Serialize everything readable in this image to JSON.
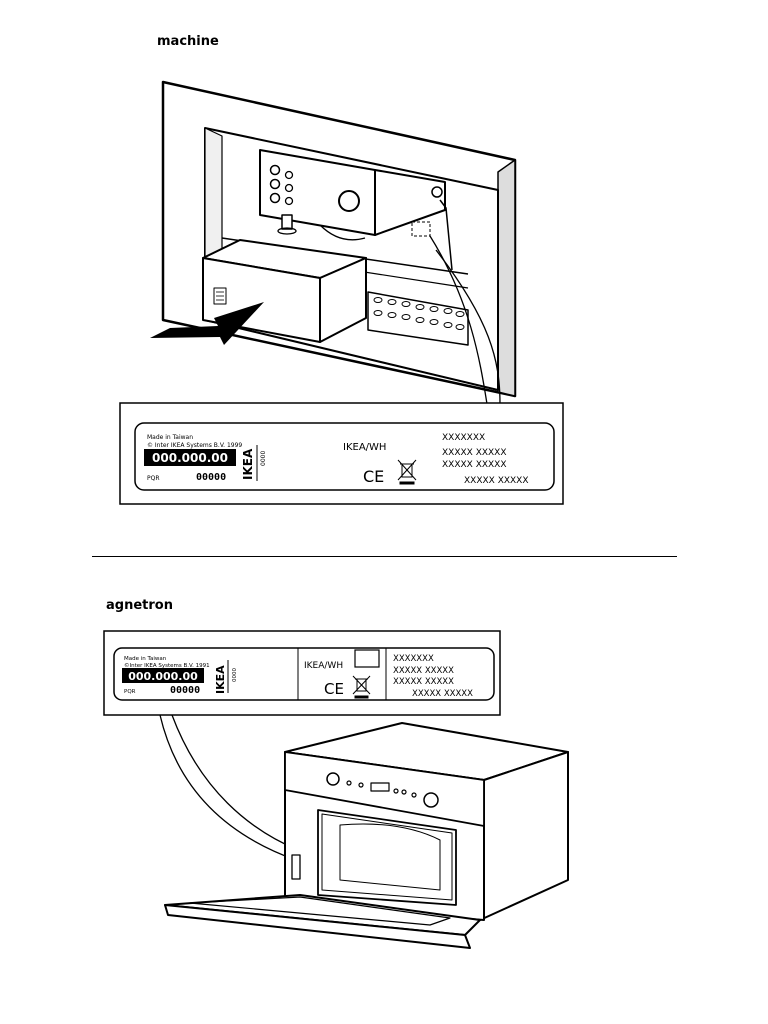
{
  "section1": {
    "title": "machine",
    "label": {
      "made_in": "Made in Taiwan",
      "copyright": "© Inter IKEA Systems B.V. 1999",
      "article_number": "000.000.00",
      "pqr_label": "PQR",
      "pqr_value": "00000",
      "brand": "IKEA",
      "small_code": "0000",
      "model": "IKEA/WH",
      "spec_lines": [
        "XXXXXXX",
        "XXXXX XXXXX",
        "XXXXX XXXXX",
        "XXXXX XXXXX"
      ],
      "ce_mark": "CE"
    }
  },
  "section2": {
    "title": "agnetron",
    "label": {
      "made_in": "Made in Taiwan",
      "copyright": "©Inter IKEA Systems B.V. 1991",
      "article_number": "000.000.00",
      "pqr_label": "PQR",
      "pqr_value": "00000",
      "brand": "IKEA",
      "small_code": "0000",
      "model": "IKEA/WH",
      "spec_lines": [
        "XXXXXXX",
        "XXXXX XXXXX",
        "XXXXX XXXXX",
        "XXXXX XXXXX"
      ],
      "ce_mark": "CE"
    }
  },
  "icons": [
    "arrow-icon",
    "weee-bin-icon",
    "ce-mark-icon"
  ]
}
